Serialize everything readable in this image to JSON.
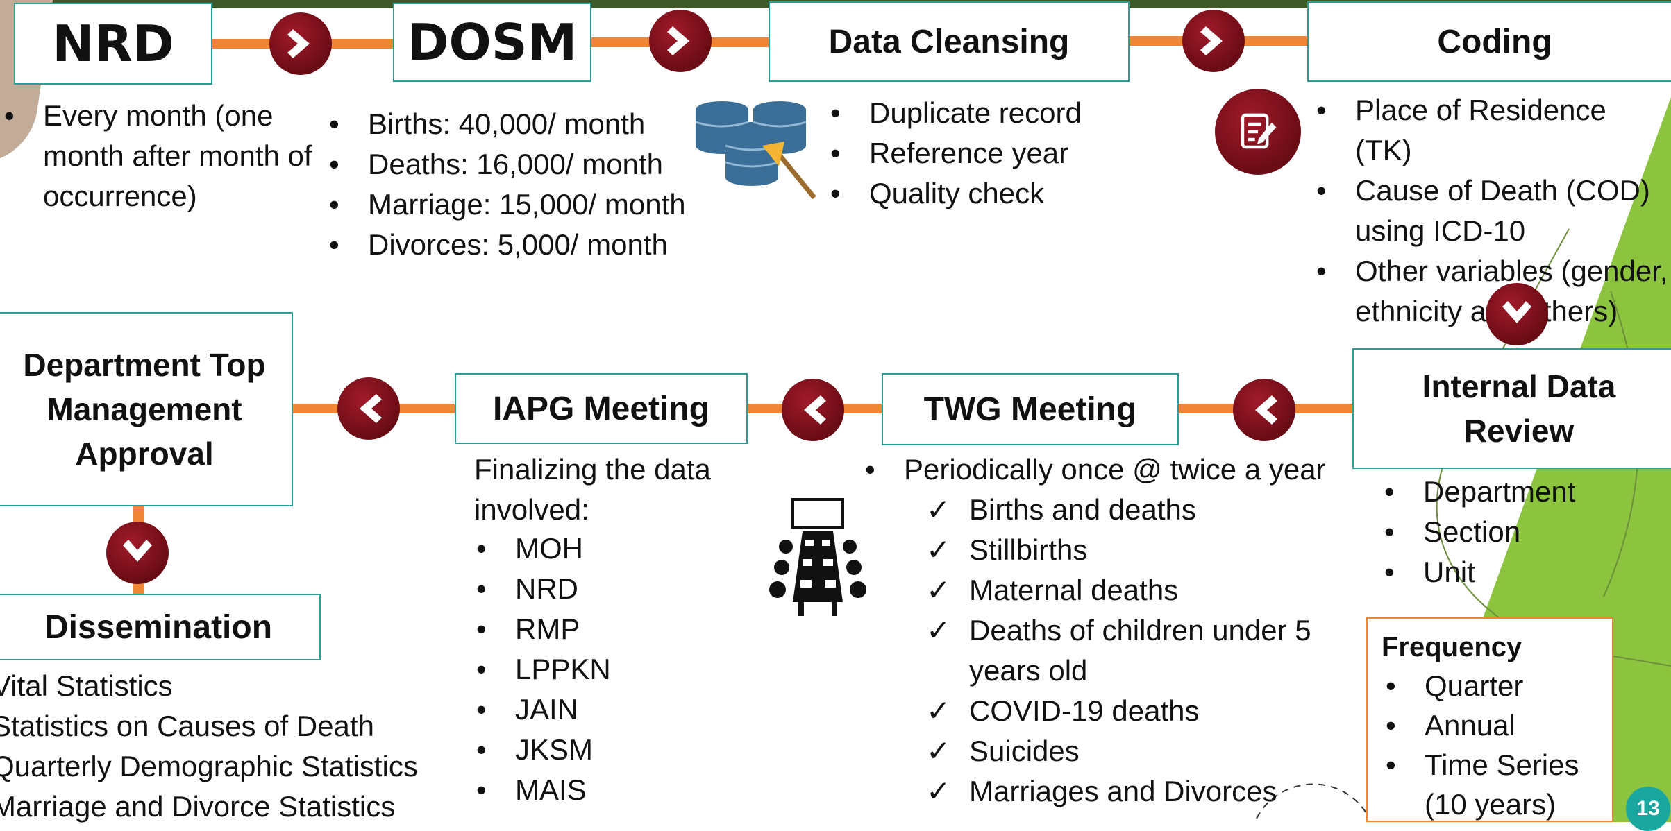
{
  "page_number": "13",
  "colors": {
    "teal_border": "#2a9d96",
    "connector": "#ee8636",
    "arrow_circle": "#7b0f1c",
    "green_shape": "#8cc43f",
    "top_bar": "#3f5a2a"
  },
  "steps": {
    "nrd": {
      "title": "NRD",
      "notes": [
        "Every month (one month after month of occurrence)"
      ]
    },
    "dosm": {
      "title": "DOSM",
      "items": [
        "Births: 40,000/ month",
        "Deaths:  16,000/ month",
        "Marriage: 15,000/ month",
        "Divorces: 5,000/ month"
      ]
    },
    "cleansing": {
      "title": "Data Cleansing",
      "icon": "database-broom-icon",
      "items": [
        "Duplicate record",
        "Reference year",
        "Quality check"
      ]
    },
    "coding": {
      "title": "Coding",
      "icon": "edit-document-icon",
      "items": [
        "Place of Residence (TK)",
        "Cause of Death (COD) using ICD-10",
        "Other variables (gender, ethnicity and others)"
      ]
    },
    "internal_review": {
      "title_line1": "Internal Data",
      "title_line2": "Review",
      "items": [
        "Department",
        "Section",
        "Unit"
      ]
    },
    "frequency": {
      "title": "Frequency",
      "items": [
        "Quarter",
        "Annual",
        "Time Series (10 years)"
      ]
    },
    "twg": {
      "title": "TWG Meeting",
      "intro": "Periodically once @ twice a year",
      "icon": "meeting-table-icon",
      "checks": [
        "Births and deaths",
        "Stillbirths",
        "Maternal deaths",
        "Deaths of children under 5 years old",
        "COVID-19 deaths",
        "Suicides",
        "Marriages and Divorces"
      ]
    },
    "iapg": {
      "title": "IAPG Meeting",
      "intro": "Finalizing the data involved:",
      "items": [
        "MOH",
        "NRD",
        "RMP",
        "LPPKN",
        "JAIN",
        "JKSM",
        "MAIS"
      ]
    },
    "approval": {
      "title_line1": "Department Top",
      "title_line2": "Management",
      "title_line3": "Approval"
    },
    "dissemination": {
      "title": "Dissemination",
      "items": [
        "Vital Statistics",
        "Statistics on Causes of Death",
        "Quarterly Demographic Statistics",
        "Marriage and Divorce Statistics"
      ]
    }
  }
}
